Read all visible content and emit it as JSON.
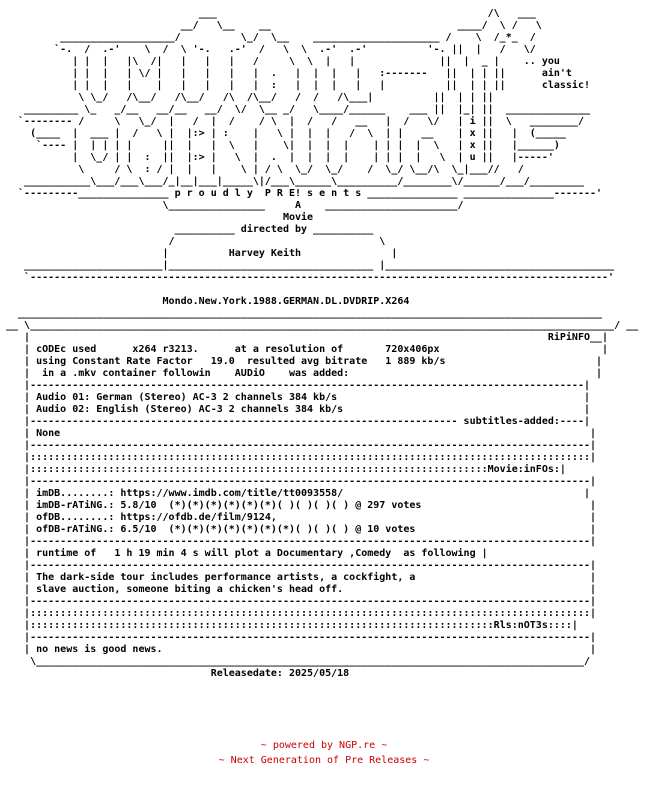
{
  "nfo_lines": [
    "                                ___                                             /\\   ___",
    "                             __/   \\__    __                               ____/  \\ /   \\",
    "         ___________________/          \\_/  \\__    _____________________ /    \\  /_*_  /",
    "        `-.  /  .-'    \\  /  \\ '-.   .-'  /   \\  \\  .-'  .-'          '-. ||  |   /   \\/",
    "           | |  |   |\\  /|   |   |   |   /     \\  \\  |   |              ||  |  _ |    .. you",
    "           | |  |   | \\/ |   |   |   |   |  .   |  |  |   |   :-------   ||  | | ||      ain't",
    "           | |  |   |    |   |   |   |   |  :   |  |  |   |   |          ||  | | ||      classic!",
    "            \\ \\_/   /\\__/   /\\__/   /\\  /\\__/   /  /   /\\___|          ||  | | ||",
    "   _________ \\_   _/__   __/__   __/  \\/  \\__ _/   \\____/______    ___ ||  |_| ||  ______________",
    "  `-------- /     \\   \\_/  |   /  |  /    / \\  |  /   /   __   |  /   \\/   | i ||  \\   ________/",
    "    (____  |  ___ |  /   \\ |  |:> | :    |   \\ |  |  |   /  \\  | |   __    | x ||   |  (_____",
    "     `---- |  | | | |     ||  |   |  \\   |    \\|  |  |  |    | | |  |  \\   | x ||   |______)",
    "           |  \\_/ | |  :  ||  |:> |   \\  |  .  |  |  |  |    | | |  |   \\  | u ||   |-----'",
    "            \\     / \\  : / |  |   |    \\ | / \\  \\_/  \\_/    /  \\_/ \\__/\\  \\_|___//   /",
    "   ___________\\___/___\\___/_|__|___|_____\\|/___\\______\\__________/________\\/______/___/_________",
    "  `---------_______________ p r o u d l y  P R E! s e n t s _______________ _______________-------'",
    "                          \\________________     A    ______________________/",
    "                                              Movie",
    "                            __________ directed by __________",
    "                           /                                  \\",
    "                          |          Harvey Keith               |",
    "   _______________________|__________________________________ |______________________________________",
    "   `------------------------------------------------------------------------------------------------'",
    "",
    "                          Mondo.New.York.1988.GERMAN.DL.DVDRIP.X264",
    "  _________________________________________________________________________________________________",
    "__ \\_________________________________________________________________________________________________/ __",
    "   |                                                                                      RiPiNFO__|",
    "   | cODEc used      x264 r3213.      at a resolution of       720x406px                           |",
    "   | using Constant Rate Factor   19.0  resulted avg bitrate   1 889 kb/s                         |",
    "   |  in a .mkv container followin    AUDiO    was added:                                         |",
    "   |--------------------------------------------------------------------------------------------|",
    "   | Audio 01: German (Stereo) AC-3 2 channels 384 kb/s                                         |",
    "   | Audio 02: English (Stereo) AC-3 2 channels 384 kb/s                                        |",
    "   |----------------------------------------------------------------------- subtitles-added:----|",
    "   | None                                                                                        |",
    "   |---------------------------------------------------------------------------------------------|",
    "   |:::::::::::::::::::::::::::::::::::::::::::::::::::::::::::::::::::::::::::::::::::::::::::::|",
    "   |::::::::::::::::::::::::::::::::::::::::::::::::::::::::::::::::::::::::::::Movie:inFOs:|",
    "   |---------------------------------------------------------------------------------------------|",
    "   | imDB........: https://www.imdb.com/title/tt0093558/                                        |",
    "   | imDB-rATiNG.: 5.8/10  (*)(*)(*)(*)(*)(*)( )( )( )( ) @ 297 votes                            |",
    "   | ofDB........: https://ofdb.de/film/9124,                                                    |",
    "   | ofDB-rATiNG.: 6.5/10  (*)(*)(*)(*)(*)(*)(*)( )( )( ) @ 10 votes                             |",
    "   |---------------------------------------------------------------------------------------------|",
    "   | runtime of   1 h 19 min 4 s will plot a Documentary ,Comedy  as following |",
    "   |---------------------------------------------------------------------------------------------|",
    "   | The dark-side tour includes performance artists, a cockfight, a                             |",
    "   | slave auction, someone biting a chicken's head off.                                         |",
    "   |---------------------------------------------------------------------------------------------|",
    "   |:::::::::::::::::::::::::::::::::::::::::::::::::::::::::::::::::::::::::::::::::::::::::::::|",
    "   |:::::::::::::::::::::::::::::::::::::::::::::::::::::::::::::::::::::::::::::Rls:nOT3s::::|",
    "   |---------------------------------------------------------------------------------------------|",
    "   | no news is good news.                                                                       |",
    "    \\___________________________________________________________________________________________/",
    "                                  Releasedate: 2025/05/18"
  ],
  "footer": {
    "powered_by": "~ powered by NGP.re ~",
    "tagline": "~ Next Generation of Pre Releases ~",
    "color": "#cc0000"
  }
}
